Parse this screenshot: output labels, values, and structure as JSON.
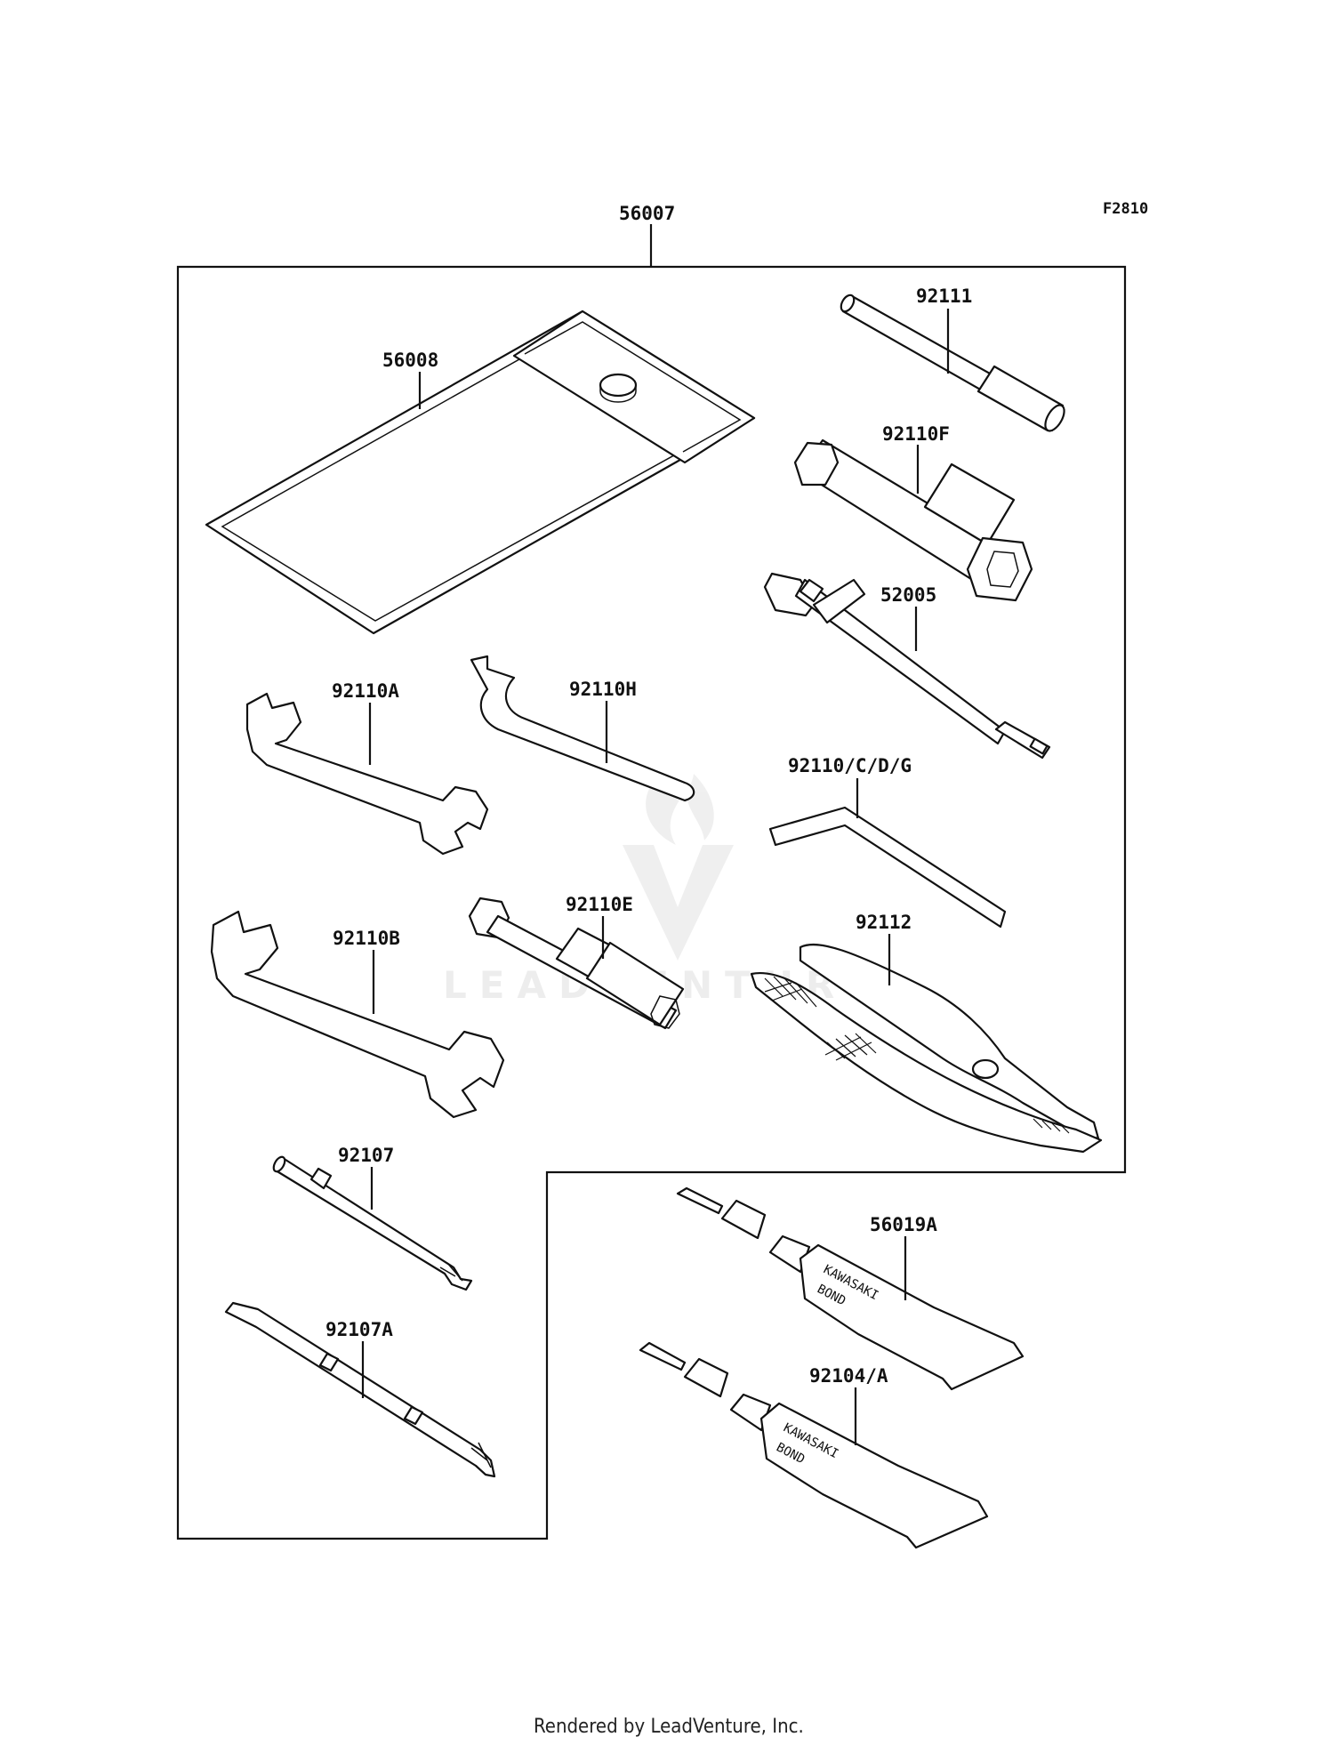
{
  "diagram": {
    "ref_code": "F2810",
    "footer": "Rendered by LeadVenture, Inc.",
    "watermark": "LEADVENTURE",
    "tube_text": {
      "brand": "KAWASAKI",
      "product": "BOND"
    },
    "parts": [
      {
        "id": "56007",
        "name": "kit"
      },
      {
        "id": "56008",
        "name": "tool-bag"
      },
      {
        "id": "92111",
        "name": "handle-bar"
      },
      {
        "id": "92110F",
        "name": "box-wrench"
      },
      {
        "id": "52005",
        "name": "tire-gauge"
      },
      {
        "id": "92110A",
        "name": "wrench-small"
      },
      {
        "id": "92110H",
        "name": "hook-wrench"
      },
      {
        "id": "92110/C/D/G",
        "name": "hex-key"
      },
      {
        "id": "92110B",
        "name": "wrench-large"
      },
      {
        "id": "92110E",
        "name": "socket-wrench"
      },
      {
        "id": "92112",
        "name": "pliers"
      },
      {
        "id": "92107",
        "name": "screwdriver"
      },
      {
        "id": "92107A",
        "name": "screwdriver-double"
      },
      {
        "id": "56019A",
        "name": "bond-tube-a"
      },
      {
        "id": "92104/A",
        "name": "bond-tube-b"
      }
    ]
  }
}
